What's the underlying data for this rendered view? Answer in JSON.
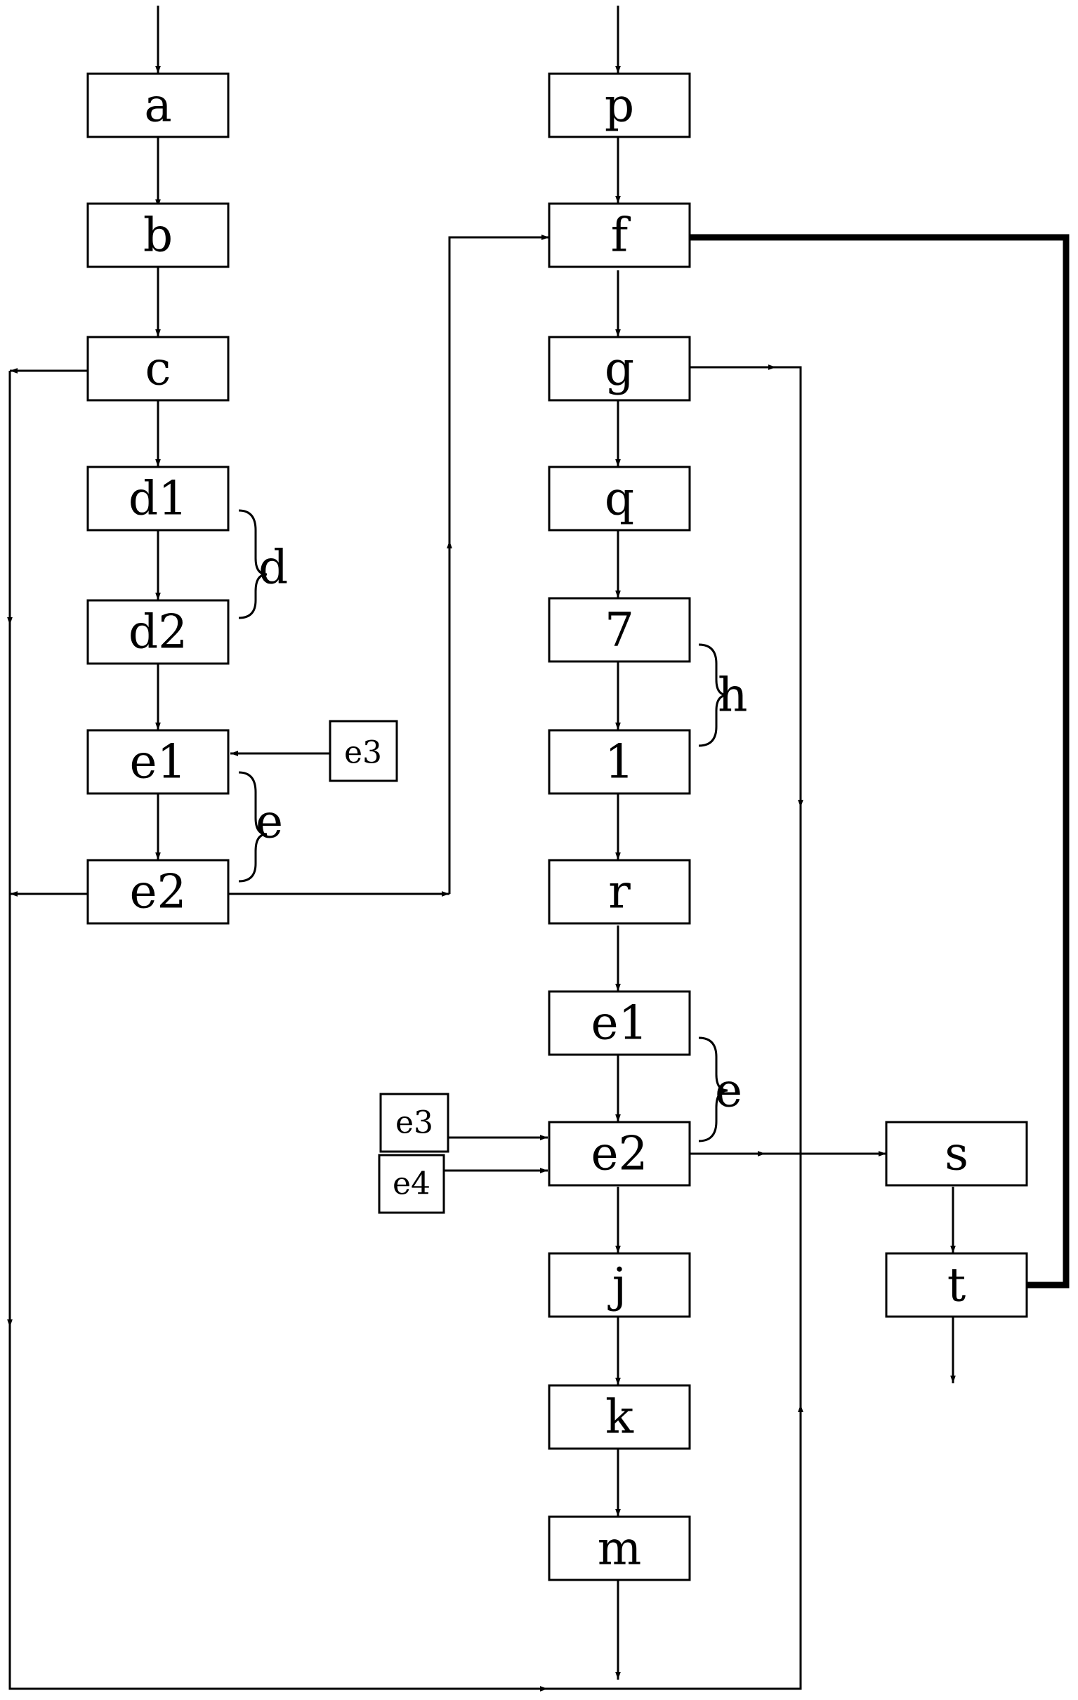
{
  "diagram": {
    "nodes": {
      "a": "a",
      "b": "b",
      "c": "c",
      "d1_left": "d1",
      "d2_left": "d2",
      "e1_left": "e1",
      "e2_left": "e2",
      "e3_left": "e3",
      "p": "p",
      "f": "f",
      "g": "g",
      "q": "q",
      "n7": "7",
      "n1": "1",
      "r": "r",
      "e1_right": "e1",
      "e2_right": "e2",
      "e3_right": "e3",
      "e4_right": "e4",
      "j": "j",
      "k": "k",
      "m": "m",
      "s": "s",
      "t": "t"
    },
    "group_labels": {
      "d": "d",
      "e_left": "e",
      "h": "h",
      "e_right": "e"
    }
  }
}
